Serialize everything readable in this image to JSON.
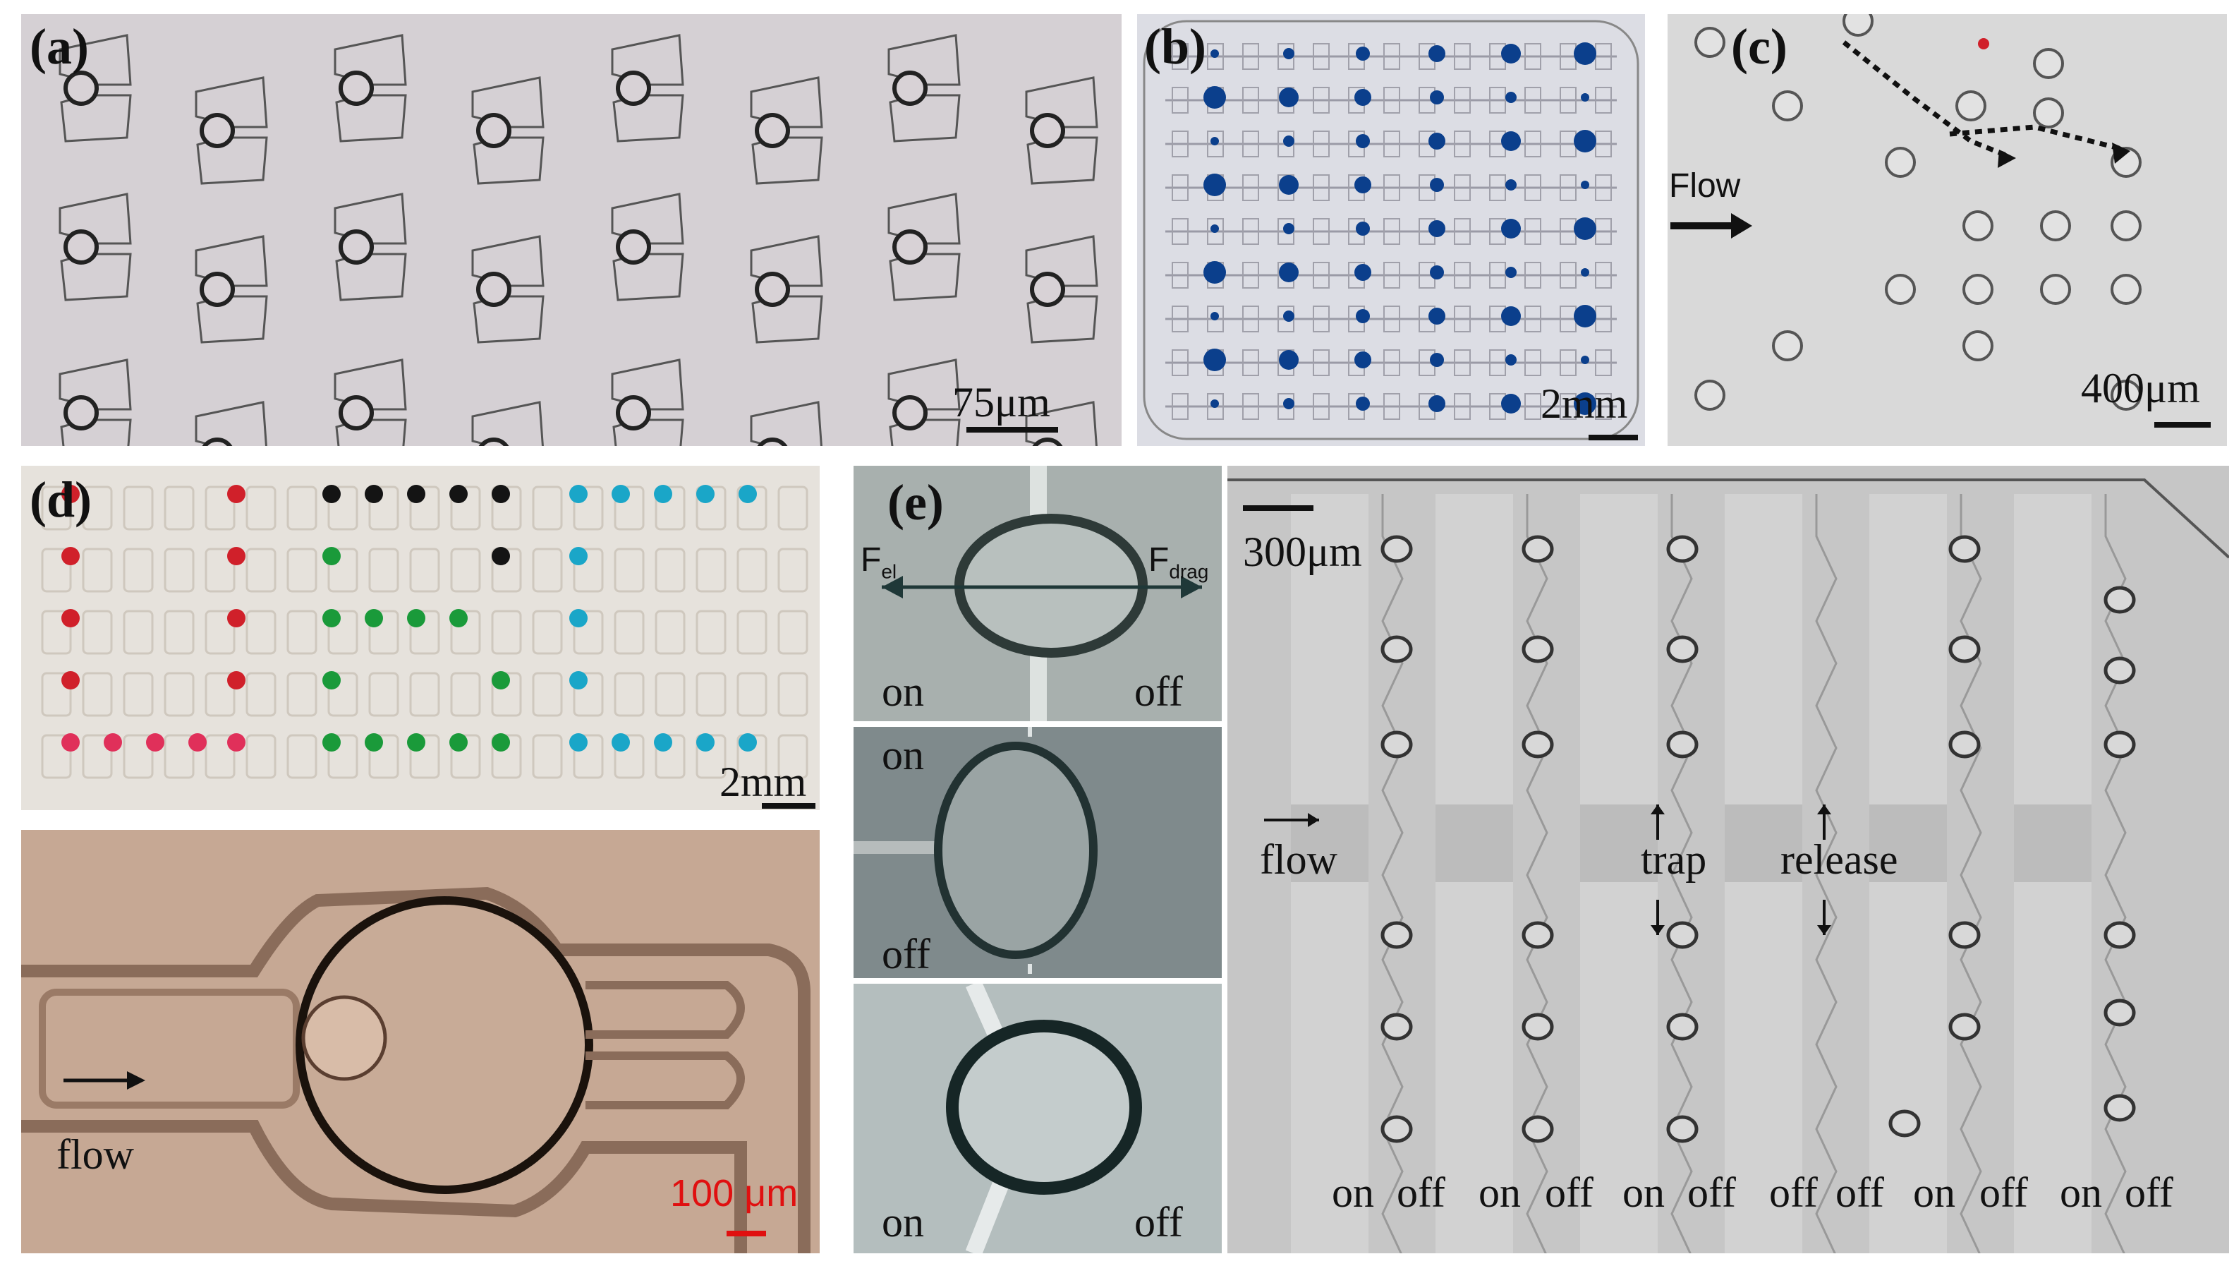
{
  "panel_a": {
    "label": "(a)",
    "scale": "75μm"
  },
  "panel_b": {
    "label": "(b)",
    "scale": "2mm"
  },
  "panel_c": {
    "label": "(c)",
    "flow": "Flow",
    "scale": "400μm"
  },
  "panel_d": {
    "label": "(d)",
    "scale": "2mm"
  },
  "panel_d2": {
    "flow": "flow",
    "scale": "100 μm",
    "scale_color": "#e01010"
  },
  "panel_e": {
    "label": "(e)",
    "f_el": "F",
    "f_el_sub": "el",
    "f_drag": "F",
    "f_drag_sub": "drag",
    "e1_left": "on",
    "e1_right": "off",
    "e2_top": "on",
    "e2_bottom": "off",
    "e3_left": "on",
    "e3_right": "off"
  },
  "panel_f": {
    "scale": "300μm",
    "flow": "flow",
    "trap": "trap",
    "release": "release",
    "bottom_labels": [
      "on",
      "off",
      "on",
      "off",
      "on",
      "off",
      "off",
      "off",
      "on",
      "off",
      "on",
      "off"
    ]
  },
  "colors": {
    "droplet_blue": "#0b3f8c",
    "red": "#d0202a",
    "black": "#141414",
    "green": "#1a9a3a",
    "cyan": "#1aa6c8",
    "pink": "#e0305a"
  }
}
